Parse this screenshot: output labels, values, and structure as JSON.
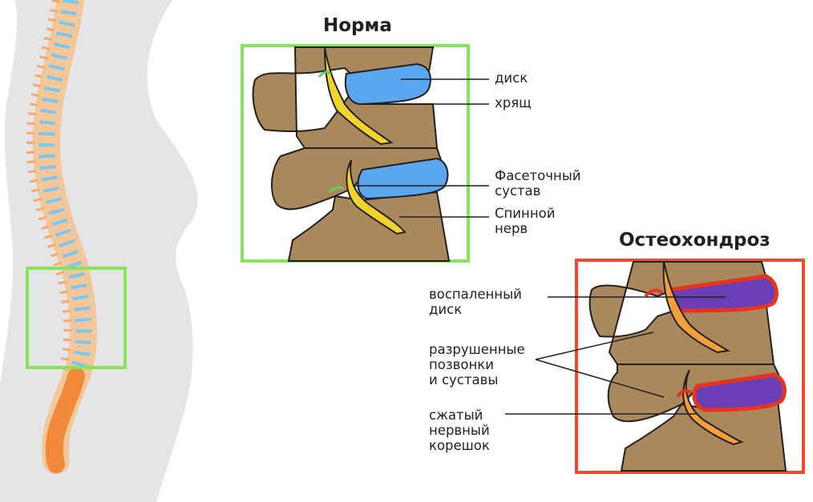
{
  "norm": {
    "title": "Норма",
    "labels": {
      "disc": "диск",
      "cartilage": "хрящ",
      "facet_1": "Фасеточный",
      "facet_2": "сустав",
      "nerve_1": "Спинной",
      "nerve_2": "нерв"
    }
  },
  "osteo": {
    "title": "Остеохондроз",
    "labels": {
      "inflamed_1": "воспаленный",
      "inflamed_2": "диск",
      "destroyed_1": "разрушенные",
      "destroyed_2": "позвонки",
      "destroyed_3": "и суставы",
      "pinched_1": "сжатый",
      "pinched_2": "нервный",
      "pinched_3": "корешок"
    }
  },
  "colors": {
    "frame_norm": "#86e35a",
    "frame_osteo": "#f04a32",
    "bone": "#a9895c",
    "disc_healthy": "#5aa7f0",
    "disc_inflamed": "#6a3fb5",
    "nerve_healthy": "#f3d52a",
    "nerve_inflamed": "#f3a03a",
    "inflammation": "#e8341c",
    "silhouette": "#e5e5e7"
  }
}
